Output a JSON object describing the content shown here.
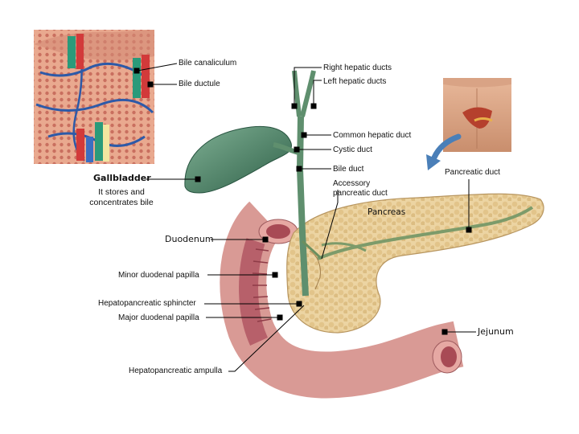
{
  "labels": {
    "bile_canaliculum": "Bile canaliculum",
    "bile_ductule": "Bile ductule",
    "right_hepatic_ducts": "Right hepatic ducts",
    "left_hepatic_ducts": "Left hepatic ducts",
    "common_hepatic_duct": "Common hepatic duct",
    "cystic_duct": "Cystic duct",
    "bile_duct": "Bile duct",
    "accessory_pancreatic_duct": "Accessory pancreatic duct",
    "pancreatic_duct": "Pancreatic duct",
    "pancreas": "Pancreas",
    "gallbladder": "Gallbladder",
    "gallbladder_note": "It stores and concentrates bile",
    "duodenum": "Duodenum",
    "minor_duodenal_papilla": "Minor duodenal papilla",
    "hepatopancreatic_sphincter": "Hepatopancreatic sphincter",
    "major_duodenal_papilla": "Major duodenal papilla",
    "jejunum": "Jejunum",
    "hepatopancreatic_ampulla": "Hepatopancreatic ampulla"
  },
  "colors": {
    "gallbladder": "#3f7a5f",
    "duct": "#5f8f6e",
    "pancreas": "#e7cf9c",
    "duodenum": "#d99a95",
    "leader": "#000000",
    "blue_arrow": "#4a7fb8"
  }
}
